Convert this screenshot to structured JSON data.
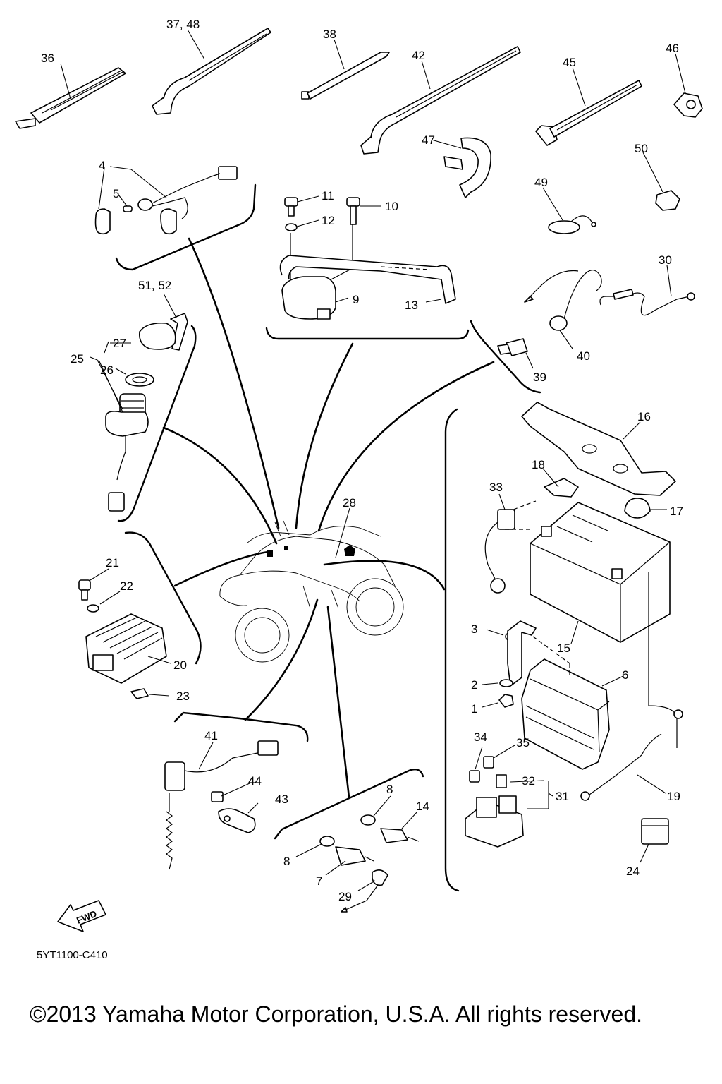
{
  "diagram": {
    "labels": {
      "p1": "1",
      "p2": "2",
      "p3": "3",
      "p4": "4",
      "p5": "5",
      "p6": "6",
      "p7": "7",
      "p8a": "8",
      "p8b": "8",
      "p9": "9",
      "p10": "10",
      "p11": "11",
      "p12": "12",
      "p13": "13",
      "p14": "14",
      "p15": "15",
      "p16": "16",
      "p17": "17",
      "p18": "18",
      "p19": "19",
      "p20": "20",
      "p21": "21",
      "p22": "22",
      "p23": "23",
      "p24": "24",
      "p25": "25",
      "p26": "26",
      "p27": "27",
      "p28": "28",
      "p29": "29",
      "p30": "30",
      "p31": "31",
      "p32": "32",
      "p33": "33",
      "p34": "34",
      "p35": "35",
      "p36": "36",
      "p37_48": "37, 48",
      "p38": "38",
      "p39": "39",
      "p40": "40",
      "p41": "41",
      "p42": "42",
      "p43": "43",
      "p44": "44",
      "p45": "45",
      "p46": "46",
      "p47": "47",
      "p49": "49",
      "p50": "50",
      "p51_52": "51, 52"
    },
    "fwd_text": "FWD",
    "diagram_code": "5YT1100-C410",
    "copyright": "©2013 Yamaha Motor Corporation, U.S.A. All rights reserved."
  }
}
